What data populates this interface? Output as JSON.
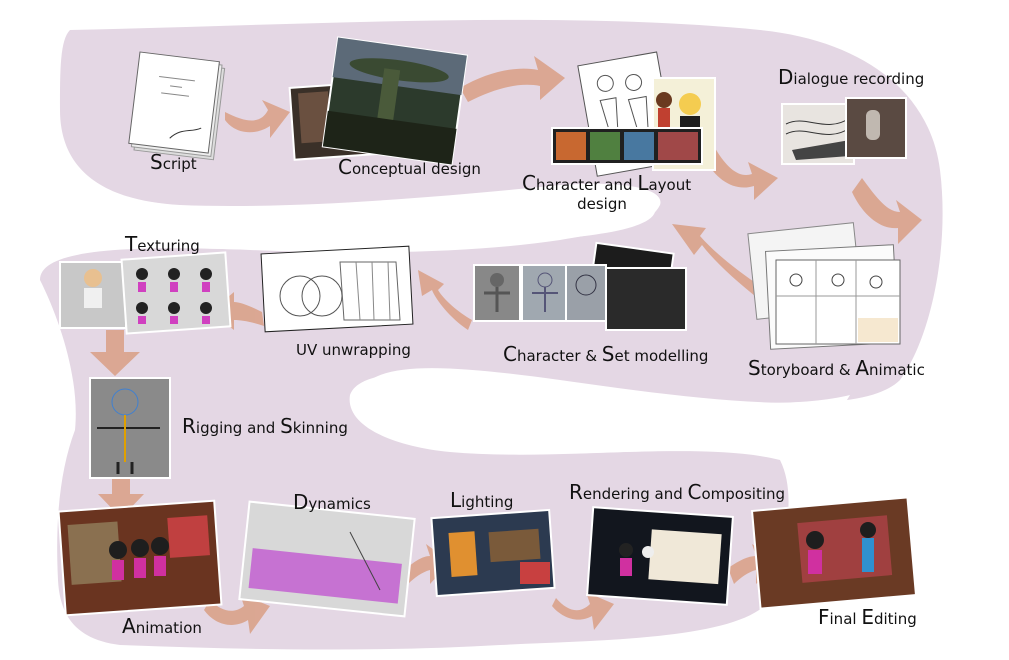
{
  "colors": {
    "path": "#e4d7e4",
    "arrow": "#d9a28a",
    "label": "#111111"
  },
  "steps": {
    "script": {
      "first": "S",
      "rest": "cript"
    },
    "concept": {
      "first": "C",
      "rest": "onceptual design"
    },
    "character": {
      "line1_a": "C",
      "line1_b": "haracter and ",
      "line1_c": "L",
      "line1_d": "ayout",
      "line2": "design"
    },
    "dialogue": {
      "first": "D",
      "rest": "ialogue recording"
    },
    "storyboard": {
      "a": "S",
      "b": "toryboard & ",
      "c": "A",
      "d": "nimatic"
    },
    "modelling": {
      "a": "C",
      "b": "haracter & ",
      "c": "S",
      "d": "et modelling"
    },
    "uv": {
      "text": "UV unwrapping"
    },
    "texturing": {
      "first": "T",
      "rest": "exturing"
    },
    "rigging": {
      "a": "R",
      "b": "igging and ",
      "c": "S",
      "d": "kinning"
    },
    "animation": {
      "first": "A",
      "rest": "nimation"
    },
    "dynamics": {
      "first": "D",
      "rest": "ynamics"
    },
    "lighting": {
      "first": "L",
      "rest": "ighting"
    },
    "rendering": {
      "a": "R",
      "b": "endering and ",
      "c": "C",
      "d": "ompositing"
    },
    "final": {
      "a": "F",
      "b": "inal ",
      "c": "E",
      "d": "diting"
    }
  }
}
